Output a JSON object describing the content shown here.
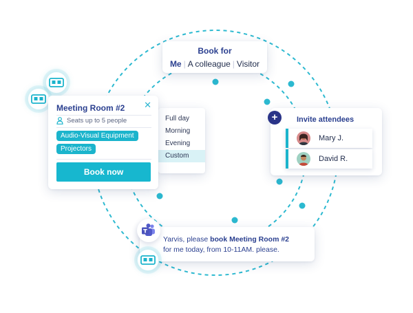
{
  "book_for": {
    "title": "Book for",
    "options": [
      "Me",
      "A colleague",
      "Visitor"
    ],
    "selected": "Me"
  },
  "room_card": {
    "title": "Meeting Room #2",
    "close_icon": "close-icon",
    "seats": "Seats up to 5 people",
    "tags": [
      "Audio-Visual Equipment",
      "Projectors"
    ],
    "book_button": "Book now"
  },
  "time_menu": {
    "items": [
      "Full day",
      "Morning",
      "Evening",
      "Custom"
    ],
    "selected": "Custom"
  },
  "invite": {
    "title": "Invite attendees",
    "attendees": [
      {
        "name": "Mary J."
      },
      {
        "name": "David R."
      }
    ]
  },
  "chat": {
    "line1_pre": "Yarvis, please ",
    "line1_bold": "book Meeting Room #2",
    "line2": "for me today, from 10-11AM. please."
  },
  "colors": {
    "accent": "#1bb4cc",
    "navy": "#2a3f8f",
    "plus_bg": "#2a3488"
  }
}
